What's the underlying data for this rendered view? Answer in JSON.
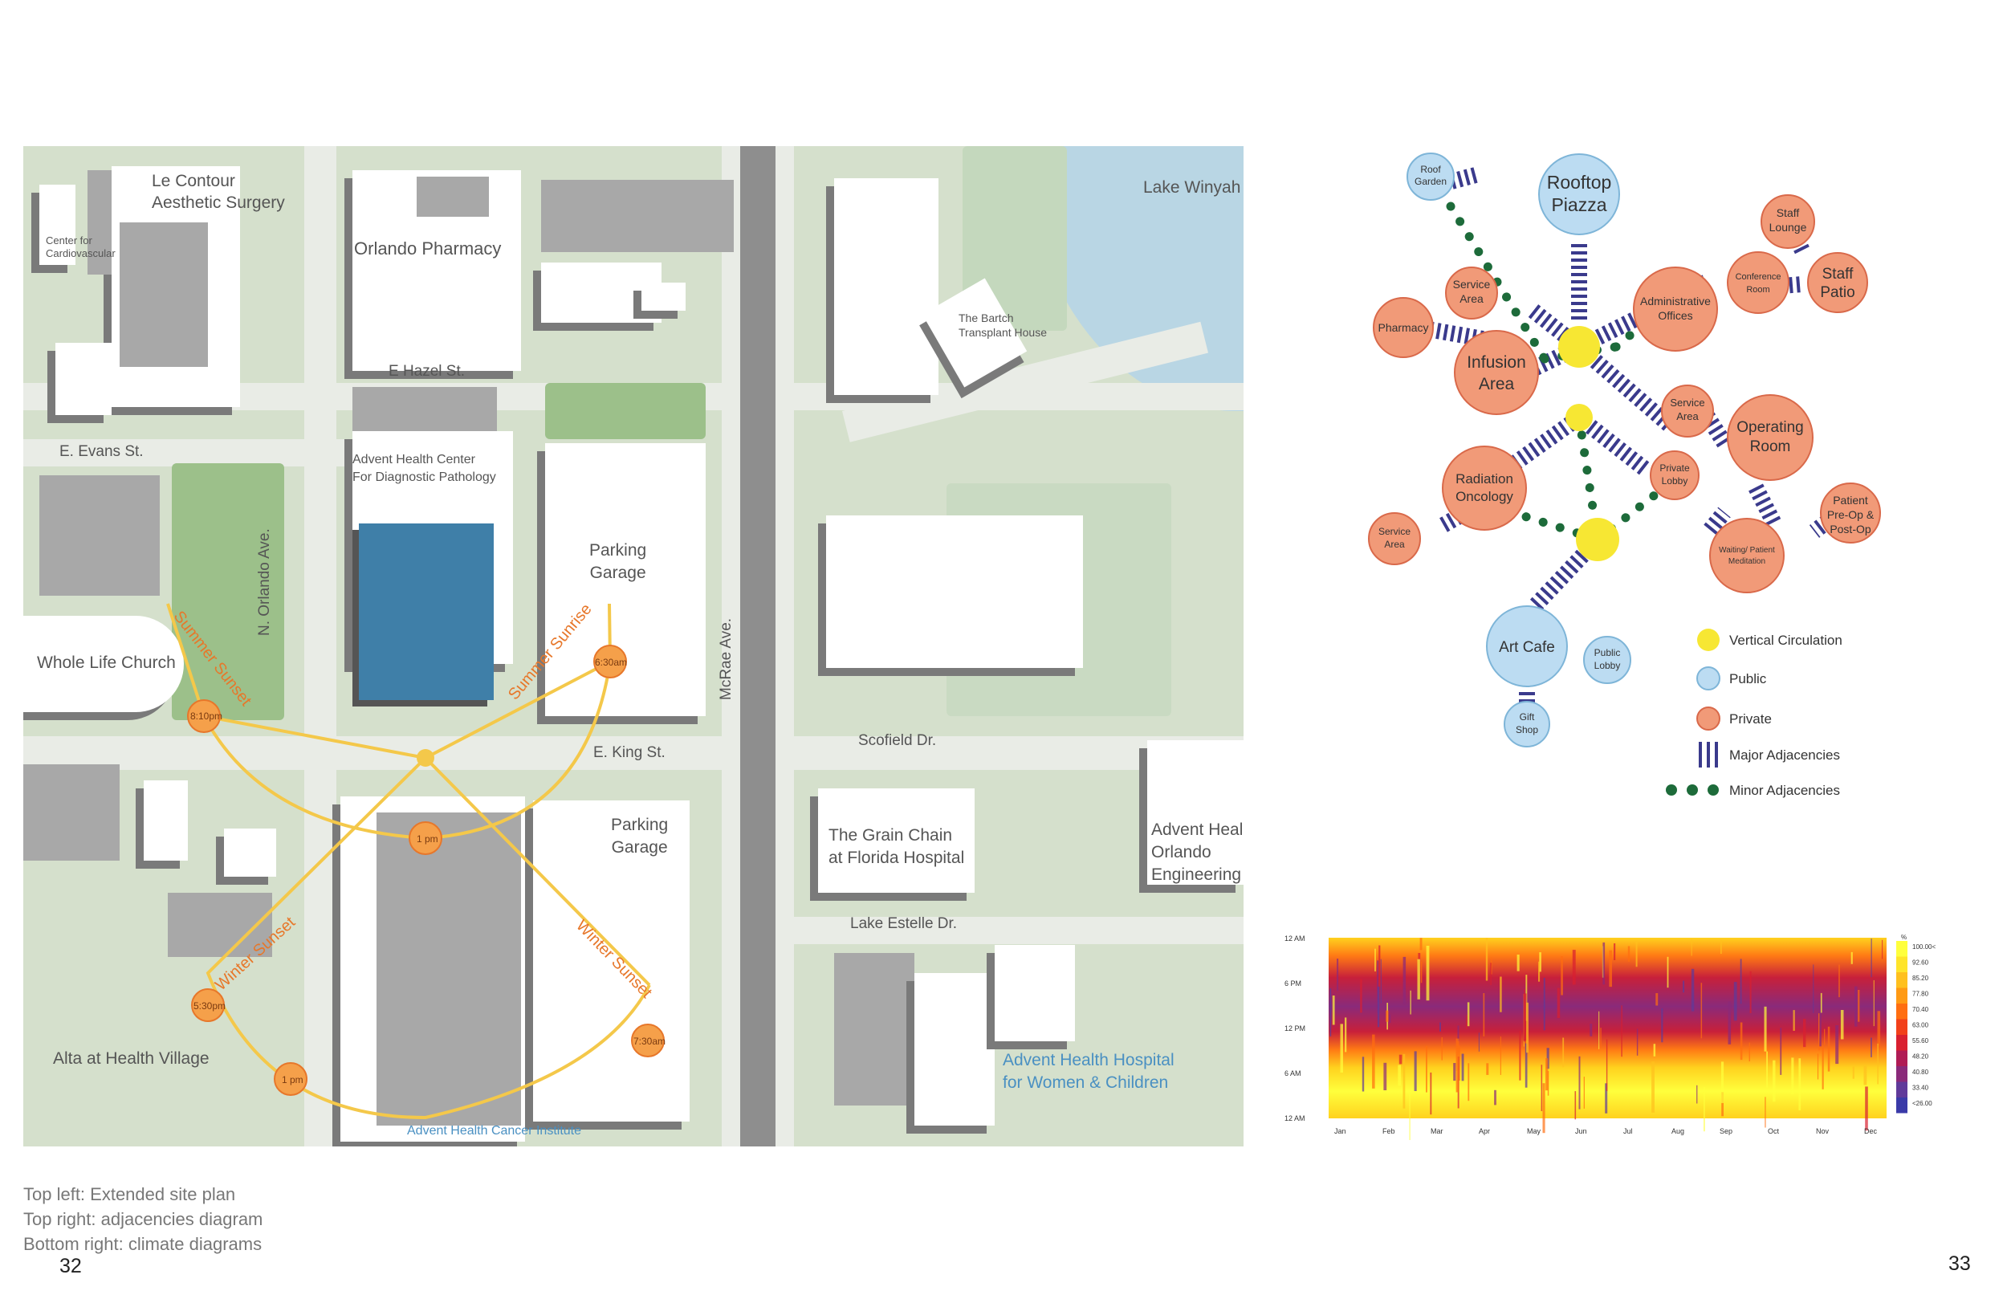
{
  "map": {
    "streets": {
      "hazel": "E Hazel St.",
      "evans": "E. Evans St.",
      "orlando": "N. Orlando Ave.",
      "mcrae": "McRae Ave.",
      "king": "E. King St.",
      "scofield": "Scofield Dr.",
      "estelle": "Lake Estelle Dr."
    },
    "places": {
      "le_contour": "Le Contour\nAesthetic Surgery",
      "cardio": "Center for\nCardiovascular",
      "pharmacy": "Orlando Pharmacy",
      "lake": "Lake Winyah",
      "bartch": "The Bartch\nTransplant House",
      "pathology": "Advent Health Center\nFor Diagnostic Pathology",
      "parking1": "Parking\nGarage",
      "parking2": "Parking\nGarage",
      "church": "Whole Life Church",
      "grain": "The Grain Chain\nat Florida Hospital",
      "engineering": "Advent Heal\nOrlando\nEngineering",
      "women": "Advent Health Hospital\nfor Women & Children",
      "alta": "Alta at Health Village",
      "cancer": "Advent Health Cancer Institute"
    },
    "sun": {
      "summer_sunset": "Summer Sunset",
      "summer_sunrise": "Summer Sunrise",
      "winter_sunset": "Winter Sunset",
      "winter_sunset2": "Winter Sunset",
      "t_810": "8:10pm",
      "t_630": "6:30am",
      "t_1pm_a": "1 pm",
      "t_530": "5:30pm",
      "t_1pm_b": "1 pm",
      "t_730": "7:30am"
    }
  },
  "diagram": {
    "nodes": {
      "roof_garden": "Roof\nGarden",
      "rooftop": "Rooftop\nPiazza",
      "staff_lounge": "Staff\nLounge",
      "service1": "Service\nArea",
      "conference": "Conference\nRoom",
      "staff_patio": "Staff\nPatio",
      "pharmacy": "Pharmacy",
      "admin": "Administrative\nOffices",
      "infusion": "Infusion\nArea",
      "service2": "Service\nArea",
      "operating": "Operating\nRoom",
      "radiation": "Radiation\nOncology",
      "private_lobby": "Private\nLobby",
      "patient_preop": "Patient\nPre-Op &\nPost-Op",
      "service3": "Service\nArea",
      "waiting": "Waiting/ Patient\nMeditation",
      "art_cafe": "Art Cafe",
      "public_lobby": "Public\nLobby",
      "gift_shop": "Gift\nShop"
    },
    "legend": {
      "vertical": "Vertical Circulation",
      "public": "Public",
      "private": "Private",
      "major": "Major Adjacencies",
      "minor": "Minor Adjacencies"
    },
    "colors": {
      "yellow": "#f7e733",
      "public": "#bcdcf2",
      "private": "#f19a78",
      "major": "#3a3a8c",
      "minor": "#1d6b3a"
    }
  },
  "heatmap": {
    "y_labels": [
      "12 AM",
      "6 PM",
      "12 PM",
      "6 AM",
      "12 AM"
    ],
    "x_labels": [
      "Jan",
      "Feb",
      "Mar",
      "Apr",
      "May",
      "Jun",
      "Jul",
      "Aug",
      "Sep",
      "Oct",
      "Nov",
      "Dec"
    ],
    "scale_title": "%",
    "scale": [
      "100.00<",
      "92.60",
      "85.20",
      "77.80",
      "70.40",
      "63.00",
      "55.60",
      "48.20",
      "40.80",
      "33.40",
      "<26.00"
    ],
    "scale_colors": [
      "#ffff3c",
      "#ffe42a",
      "#ffc01e",
      "#ff9a14",
      "#ff6e10",
      "#f2401a",
      "#d92030",
      "#b01c55",
      "#8a2a7a",
      "#603a9a",
      "#3a3aa8"
    ]
  },
  "caption": {
    "line1": "Top left: Extended site plan",
    "line2": "Top right: adjacencies diagram",
    "line3": "Bottom right: climate diagrams"
  },
  "pages": {
    "left": "32",
    "right": "33"
  }
}
